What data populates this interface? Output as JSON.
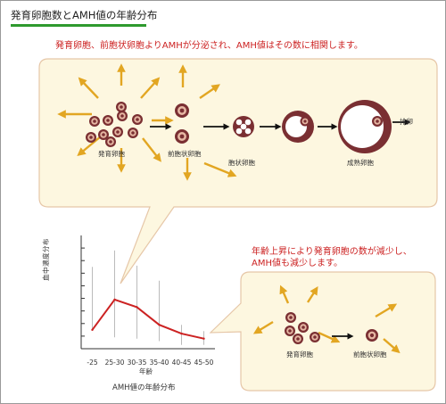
{
  "page": {
    "title": "発育卵胞数とAMH値の年齢分布"
  },
  "top_note": "発育卵胞、前胞状卵胞よりAMHが分泌され、AMH値はその数に相関します。",
  "top_panel": {
    "stages": [
      {
        "label": "発育卵胞"
      },
      {
        "label": "前胞状卵胞"
      },
      {
        "label": "胞状卵胞"
      },
      {
        "label": "成熟卵胞"
      }
    ],
    "ovulation_label": "排卵"
  },
  "bottom_note": {
    "line1": "年齢上昇により発育卵胞の数が減少し、",
    "line2": "AMH値も減少します。"
  },
  "bottom_panel": {
    "left_label": "発育卵胞",
    "right_label": "前胞状卵胞"
  },
  "chart_data": {
    "type": "line",
    "title": "AMH値の年齢分布",
    "xlabel": "年齢",
    "ylabel": "血中濃度分布",
    "categories": [
      "-25",
      "25-30",
      "30-35",
      "35-40",
      "40-45",
      "45-50"
    ],
    "values": [
      1.5,
      3.9,
      3.3,
      1.9,
      1.2,
      0.8
    ],
    "ranges": [
      [
        1.5,
        6.5
      ],
      [
        0.9,
        7.8
      ],
      [
        0.8,
        6.6
      ],
      [
        0.6,
        5.4
      ],
      [
        0.3,
        1.9
      ],
      [
        0.3,
        1.4
      ]
    ],
    "ylim": [
      0,
      9
    ],
    "grid": false,
    "colors": {
      "line": "#cc2222",
      "range": "#aaaaaa"
    }
  },
  "colors": {
    "title_rule": "#2e9a2e",
    "accent_red": "#cc2222",
    "panel_bg": "#fdf7e0",
    "panel_border": "#e6c7a8",
    "arrow_gold": "#e2a622",
    "follicle": "#7a2f32",
    "follicle_ring": "#e6b7a3"
  },
  "icons": [
    "amh-secretion-arrow-icon",
    "progression-arrow-icon",
    "follicle-icon"
  ]
}
